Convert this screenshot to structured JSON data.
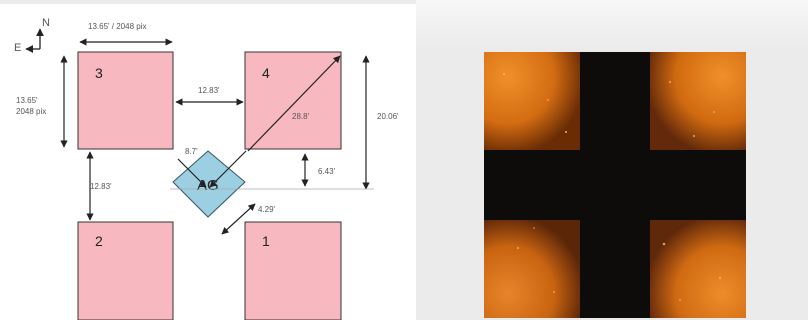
{
  "diagram": {
    "compass": {
      "north": "N",
      "east": "E"
    },
    "top_width_label": "13.65' / 2048 pix",
    "left_height_label_line1": "13.65'",
    "left_height_label_line2": "2048 pix",
    "gap_3_4_label": "12.83'",
    "diagonal_label": "28.8'",
    "right_height_label": "20.06'",
    "gap_vertical_label": "12.83'",
    "ag_to_3_label": "8.7'",
    "ag_to_4_gap_label": "6.43'",
    "ag_to_1_label": "4.29'",
    "ag_label": "AG",
    "chips": [
      "1",
      "2",
      "3",
      "4"
    ],
    "chip_color": "#f8b8c0",
    "ag_color": "#9ccfe2"
  },
  "photo": {
    "background_color": "#0e0c0a",
    "glow_color": "#e87a1e"
  }
}
